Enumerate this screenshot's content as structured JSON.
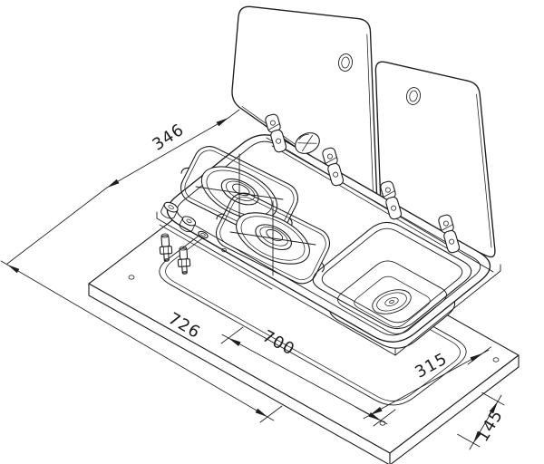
{
  "drawing": {
    "background": "#ffffff",
    "line_color": "#1d1d1d",
    "kind": "isometric installation drawing of combination gas hob and sink unit with two glass lids"
  },
  "dimensions": {
    "d346": {
      "label": "346"
    },
    "d726": {
      "label": "726"
    },
    "d700": {
      "label": "700"
    },
    "d315": {
      "label": "315"
    },
    "d145": {
      "label": "145"
    }
  }
}
